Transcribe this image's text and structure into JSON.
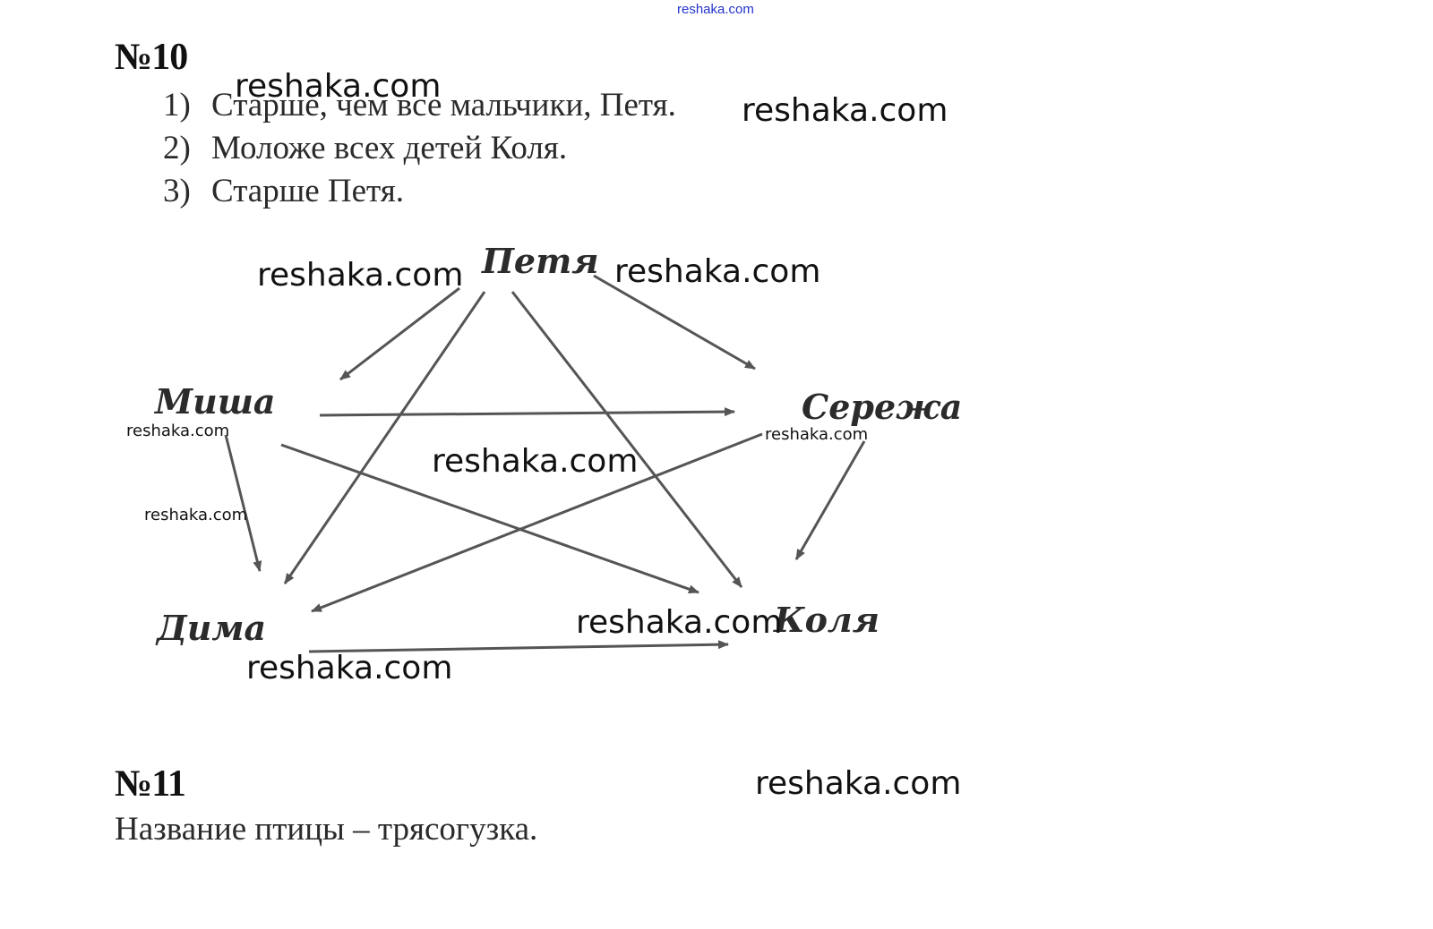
{
  "header": {
    "site_link": "reshaka.com"
  },
  "task10": {
    "title": "№10",
    "items": [
      {
        "num": "1)",
        "text": "Старше, чем все мальчики, Петя."
      },
      {
        "num": "2)",
        "text": "Моложе всех детей Коля."
      },
      {
        "num": "3)",
        "text": "Старше Петя."
      }
    ],
    "diagram": {
      "nodes": {
        "petya": "Петя",
        "misha": "Миша",
        "seryozha": "Сережа",
        "dima": "Дима",
        "kolya": "Коля"
      },
      "edges": [
        {
          "from": "Петя",
          "to": "Миша"
        },
        {
          "from": "Петя",
          "to": "Сережа"
        },
        {
          "from": "Петя",
          "to": "Дима"
        },
        {
          "from": "Петя",
          "to": "Коля"
        },
        {
          "from": "Миша",
          "to": "Сережа"
        },
        {
          "from": "Миша",
          "to": "Дима"
        },
        {
          "from": "Миша",
          "to": "Коля"
        },
        {
          "from": "Сережа",
          "to": "Дима"
        },
        {
          "from": "Сережа",
          "to": "Коля"
        },
        {
          "from": "Дима",
          "to": "Коля"
        }
      ]
    }
  },
  "task11": {
    "title": "№11",
    "answer": "Название птицы – трясогузка."
  },
  "watermark": "reshaka.com"
}
